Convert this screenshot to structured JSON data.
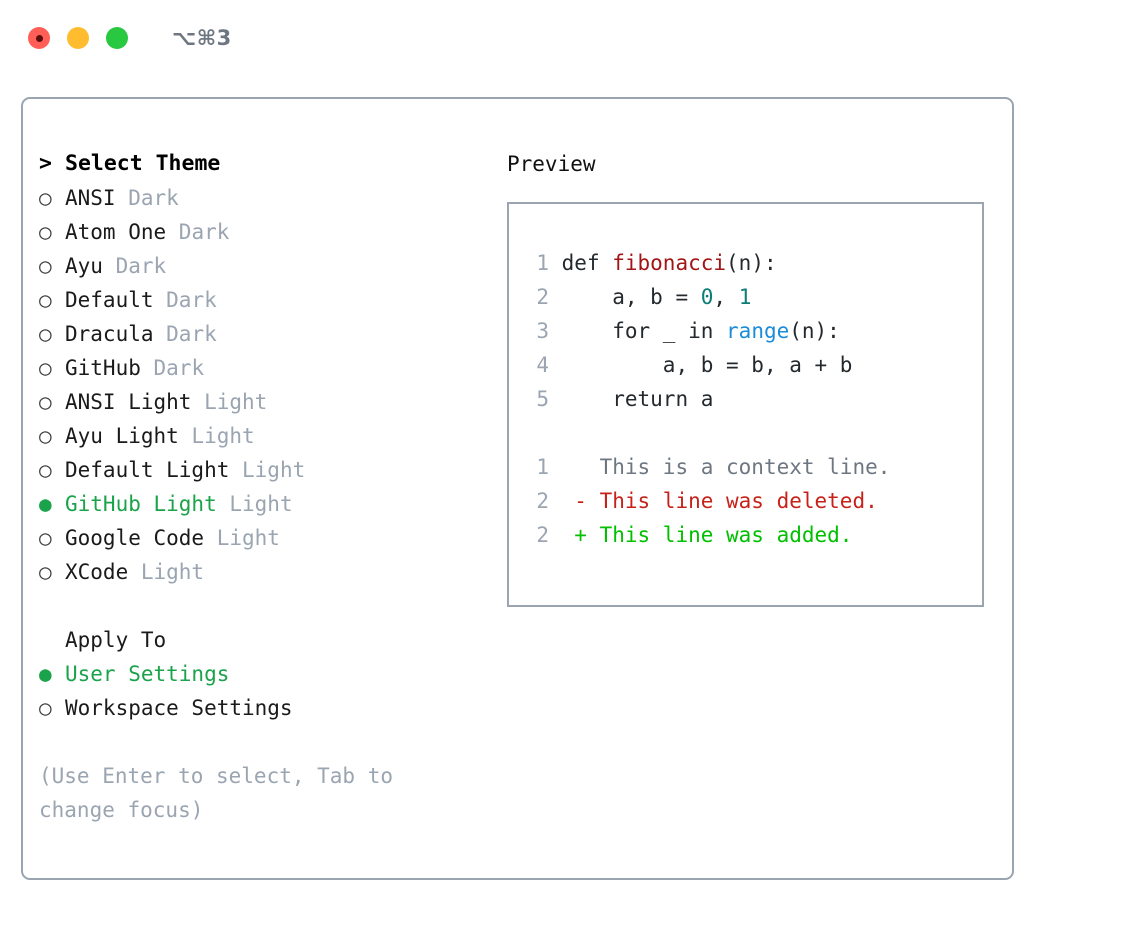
{
  "window": {
    "title": "⌥⌘3",
    "traffic_lights": [
      "close-red",
      "minimize-yellow",
      "zoom-green"
    ]
  },
  "theme_panel": {
    "header_marker": ">",
    "header": "Select Theme",
    "items": [
      {
        "marker": "○",
        "selected": false,
        "name": "ANSI",
        "variant": "Dark"
      },
      {
        "marker": "○",
        "selected": false,
        "name": "Atom One",
        "variant": "Dark"
      },
      {
        "marker": "○",
        "selected": false,
        "name": "Ayu",
        "variant": "Dark"
      },
      {
        "marker": "○",
        "selected": false,
        "name": "Default",
        "variant": "Dark"
      },
      {
        "marker": "○",
        "selected": false,
        "name": "Dracula",
        "variant": "Dark"
      },
      {
        "marker": "○",
        "selected": false,
        "name": "GitHub",
        "variant": "Dark"
      },
      {
        "marker": "○",
        "selected": false,
        "name": "ANSI Light",
        "variant": "Light"
      },
      {
        "marker": "○",
        "selected": false,
        "name": "Ayu Light",
        "variant": "Light"
      },
      {
        "marker": "○",
        "selected": false,
        "name": "Default Light",
        "variant": "Light"
      },
      {
        "marker": "●",
        "selected": true,
        "name": "GitHub Light",
        "variant": "Light"
      },
      {
        "marker": "○",
        "selected": false,
        "name": "Google Code",
        "variant": "Light"
      },
      {
        "marker": "○",
        "selected": false,
        "name": "XCode",
        "variant": "Light"
      }
    ]
  },
  "apply_to": {
    "header": "Apply To",
    "options": [
      {
        "marker": "●",
        "selected": true,
        "label": "User Settings"
      },
      {
        "marker": "○",
        "selected": false,
        "label": "Workspace Settings"
      }
    ]
  },
  "hint": {
    "line1": "(Use Enter to select, Tab to",
    "line2": "change focus)"
  },
  "preview": {
    "label": "Preview",
    "code_lines": [
      {
        "n": "1",
        "tokens": [
          {
            "t": "def ",
            "c": "plain"
          },
          {
            "t": "fibonacci",
            "c": "fn"
          },
          {
            "t": "(n):",
            "c": "plain"
          }
        ]
      },
      {
        "n": "2",
        "tokens": [
          {
            "t": "    a, b = ",
            "c": "plain"
          },
          {
            "t": "0",
            "c": "num"
          },
          {
            "t": ", ",
            "c": "plain"
          },
          {
            "t": "1",
            "c": "num"
          }
        ]
      },
      {
        "n": "3",
        "tokens": [
          {
            "t": "    for _ in ",
            "c": "plain"
          },
          {
            "t": "range",
            "c": "call"
          },
          {
            "t": "(n):",
            "c": "plain"
          }
        ]
      },
      {
        "n": "4",
        "tokens": [
          {
            "t": "        a, b = b, a + b",
            "c": "plain"
          }
        ]
      },
      {
        "n": "5",
        "tokens": [
          {
            "t": "    return a",
            "c": "plain"
          }
        ]
      }
    ],
    "diff_lines": [
      {
        "n": "1",
        "sign": " ",
        "text": " This is a context line.",
        "kind": "context"
      },
      {
        "n": "2",
        "sign": "-",
        "text": " This line was deleted.",
        "kind": "deleted"
      },
      {
        "n": "2",
        "sign": "+",
        "text": " This line was added.",
        "kind": "added"
      }
    ]
  },
  "colors": {
    "accent_green": "#1aa34a",
    "dim_gray": "#9aa5b1",
    "border": "#9aa5b1",
    "fn_red": "#a31515",
    "num_teal": "#0b7c76",
    "call_blue": "#1a8cd8",
    "diff_deleted": "#c7221a",
    "diff_added": "#00c000",
    "diff_context": "#6e7781"
  }
}
